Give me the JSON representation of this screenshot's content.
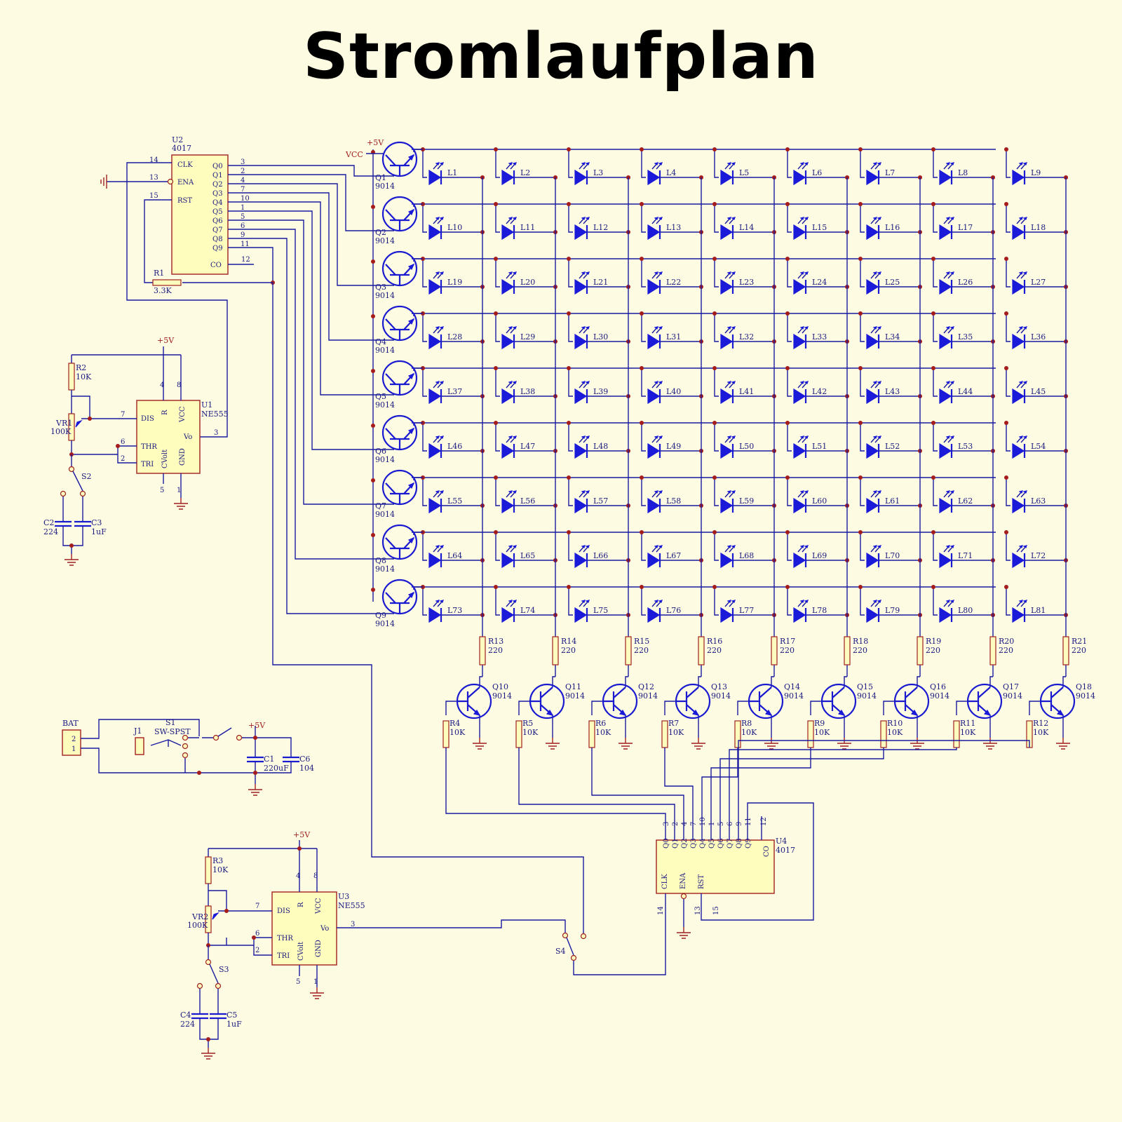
{
  "title": "Stromlaufplan",
  "colors": {
    "background": "#fdfbe2",
    "wire": "#1a1aa0",
    "led": "#1a1ad8",
    "junction": "#a51c1c",
    "chip_fill": "#fffdbe"
  },
  "labels": {
    "plus5v": "+5V",
    "vcc": "VCC",
    "u2": "U2",
    "u2_type": "4017",
    "u4": "U4",
    "u4_type": "4017",
    "u1": "U1",
    "u1_type": "NE555",
    "u3": "U3",
    "u3_type": "NE555",
    "r1": "R1",
    "r1_val": "3.3K",
    "r2": "R2",
    "r2_val": "10K",
    "r3": "R3",
    "r3_val": "10K",
    "vr1": "VR1",
    "vr1_val": "100K",
    "vr2": "VR2",
    "vr2_val": "100K",
    "c1": "C1",
    "c1_val": "220uF",
    "c2": "C2",
    "c2_val": "224",
    "c3": "C3",
    "c3_val": "1uF",
    "c4": "C4",
    "c4_val": "224",
    "c5": "C5",
    "c5_val": "1uF",
    "c6": "C6",
    "c6_val": "104",
    "s1": "S1",
    "s1_type": "SW-SPST",
    "s2": "S2",
    "s3": "S3",
    "s4": "S4",
    "j1": "J1",
    "bat": "BAT",
    "bat_pin1": "1",
    "bat_pin2": "2",
    "transistor_type": "9014",
    "res_row_val": "220",
    "res_base_val": "10K"
  },
  "pins_4017": {
    "clk": "CLK",
    "ena": "ENA",
    "rst": "RST",
    "co": "CO",
    "q": [
      "Q0",
      "Q1",
      "Q2",
      "Q3",
      "Q4",
      "Q5",
      "Q6",
      "Q7",
      "Q8",
      "Q9"
    ],
    "q_pin_numbers": [
      "3",
      "2",
      "4",
      "7",
      "10",
      "1",
      "5",
      "6",
      "9",
      "11"
    ],
    "clk_pin": "14",
    "ena_pin": "13",
    "rst_pin": "15",
    "co_pin": "12"
  },
  "pins_555": {
    "dis": "DIS",
    "thr": "THR",
    "tri": "TRI",
    "r": "R",
    "vcc": "VCC",
    "vo": "Vo",
    "cvolt": "CVolt",
    "gnd": "GND",
    "dis_pin": "7",
    "thr_pin": "6",
    "tri_pin": "2",
    "r_pin": "4",
    "vcc_pin": "8",
    "vo_pin": "3",
    "cv_pin": "5",
    "gnd_pin": "1"
  },
  "row_transistors": [
    "Q1",
    "Q2",
    "Q3",
    "Q4",
    "Q5",
    "Q6",
    "Q7",
    "Q8",
    "Q9"
  ],
  "col_transistors": [
    "Q10",
    "Q11",
    "Q12",
    "Q13",
    "Q14",
    "Q15",
    "Q16",
    "Q17",
    "Q18"
  ],
  "col_resistors": [
    "R13",
    "R14",
    "R15",
    "R16",
    "R17",
    "R18",
    "R19",
    "R20",
    "R21"
  ],
  "base_resistors": [
    "R4",
    "R5",
    "R6",
    "R7",
    "R8",
    "R9",
    "R10",
    "R11",
    "R12"
  ],
  "leds": [
    "L1",
    "L2",
    "L3",
    "L4",
    "L5",
    "L6",
    "L7",
    "L8",
    "L9",
    "L10",
    "L11",
    "L12",
    "L13",
    "L14",
    "L15",
    "L16",
    "L17",
    "L18",
    "L19",
    "L20",
    "L21",
    "L22",
    "L23",
    "L24",
    "L25",
    "L26",
    "L27",
    "L28",
    "L29",
    "L30",
    "L31",
    "L32",
    "L33",
    "L34",
    "L35",
    "L36",
    "L37",
    "L38",
    "L39",
    "L40",
    "L41",
    "L42",
    "L43",
    "L44",
    "L45",
    "L46",
    "L47",
    "L48",
    "L49",
    "L50",
    "L51",
    "L52",
    "L53",
    "L54",
    "L55",
    "L56",
    "L57",
    "L58",
    "L59",
    "L60",
    "L61",
    "L62",
    "L63",
    "L64",
    "L65",
    "L66",
    "L67",
    "L68",
    "L69",
    "L70",
    "L71",
    "L72",
    "L73",
    "L74",
    "L75",
    "L76",
    "L77",
    "L78",
    "L79",
    "L80",
    "L81"
  ]
}
